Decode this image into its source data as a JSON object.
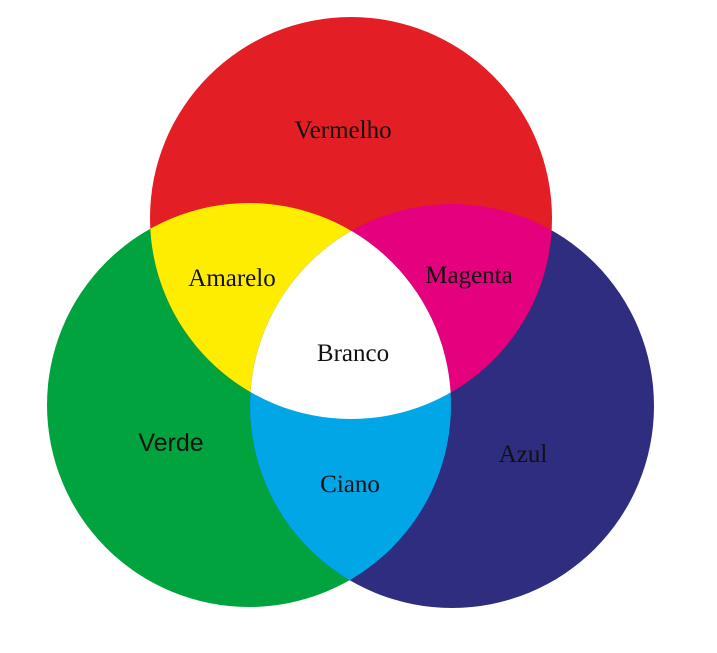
{
  "diagram": {
    "type": "rgb-additive-color-venn",
    "primaries": {
      "red": {
        "label": "Vermelho",
        "color": "#e31e24"
      },
      "green": {
        "label": "Verde",
        "color": "#00a33e"
      },
      "blue": {
        "label": "Azul",
        "color": "#2e2d7f"
      }
    },
    "overlaps": {
      "red_green": {
        "label": "Amarelo",
        "color": "#ffed00"
      },
      "red_blue": {
        "label": "Magenta",
        "color": "#e5007d"
      },
      "green_blue": {
        "label": "Ciano",
        "color": "#00a6e6"
      },
      "all": {
        "label": "Branco",
        "color": "#ffffff"
      }
    }
  }
}
